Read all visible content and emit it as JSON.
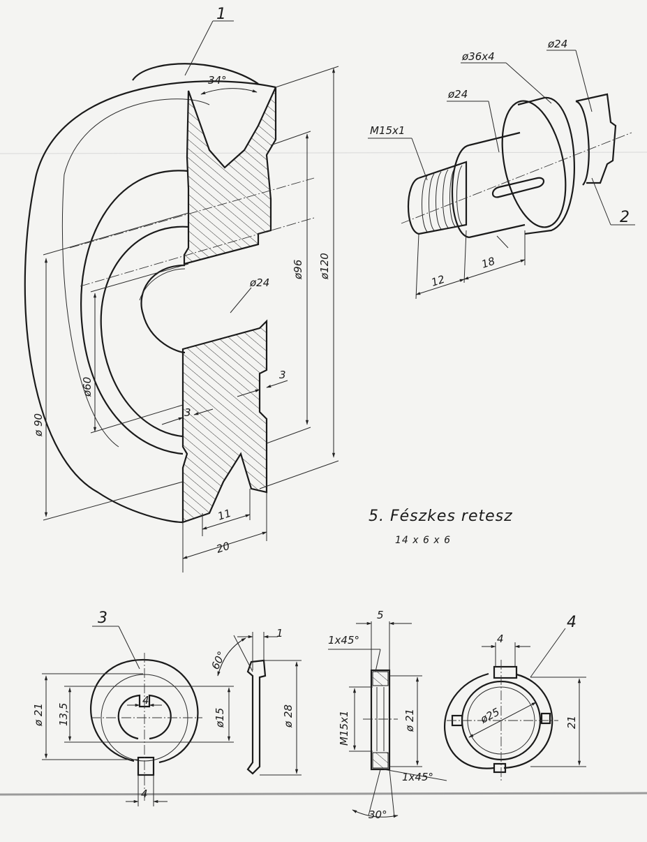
{
  "title": {
    "text": "5. Fészkes  retesz",
    "subtitle": "14 x 6 x 6"
  },
  "part1": {
    "number": "1",
    "dims": {
      "angle": "34°",
      "d24": "ø24",
      "d96": "ø96",
      "d120": "ø120",
      "d60": "ø60",
      "d90": "ø 90",
      "n3a": "3",
      "n3b": "3",
      "n11": "11",
      "n20": "20"
    }
  },
  "part2": {
    "number": "2",
    "dims": {
      "d36x4": "ø36x4",
      "d24a": "ø24",
      "d24b": "ø24",
      "thread": "M15x1",
      "n12": "12",
      "n18": "18"
    }
  },
  "part3": {
    "number": "3",
    "dims": {
      "d21": "ø 21",
      "n13_5": "13,5",
      "n4top": "4",
      "d15": "ø15",
      "n4bot": "4",
      "angle60": "60°",
      "n1": "1",
      "d28": "ø 28"
    }
  },
  "part4": {
    "number": "4",
    "dims": {
      "n5": "5",
      "ch_top": "1x45°",
      "thread": "M15x1",
      "d21": "ø 21",
      "ch_bot": "1x45°",
      "angle30": "30°",
      "n4": "4",
      "d25": "ø25",
      "n21": "21"
    }
  }
}
